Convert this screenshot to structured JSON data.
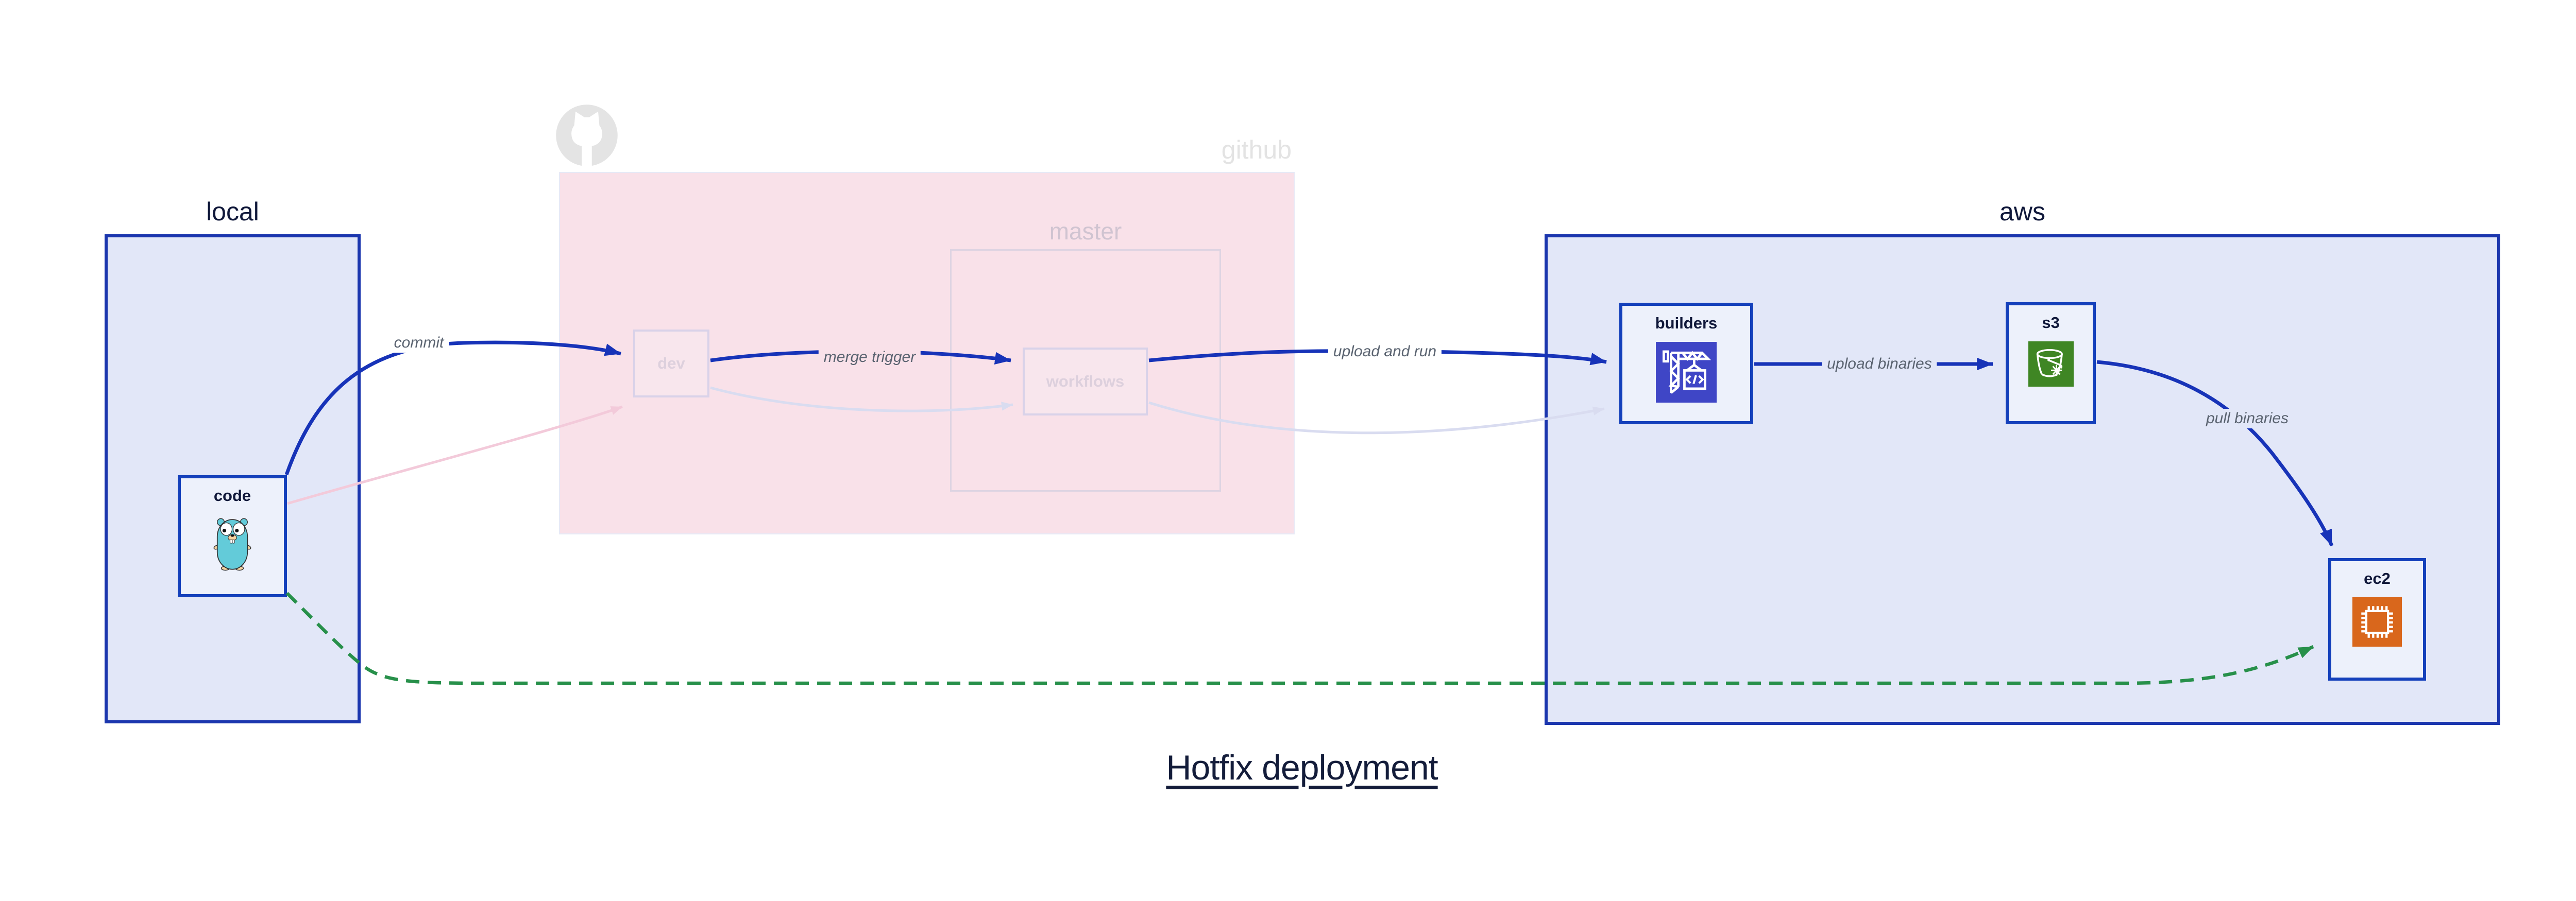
{
  "title": {
    "text": "Hotfix deployment"
  },
  "clusters": {
    "local": {
      "label": "local"
    },
    "github": {
      "label": "github"
    },
    "master": {
      "label": "master"
    },
    "aws": {
      "label": "aws"
    }
  },
  "nodes": {
    "code": {
      "label": "code",
      "icon": "go-gopher-icon"
    },
    "dev": {
      "label": "dev"
    },
    "workflows": {
      "label": "workflows"
    },
    "builders": {
      "label": "builders",
      "icon": "codebuild-crane-icon"
    },
    "s3": {
      "label": "s3",
      "icon": "s3-bucket-icon"
    },
    "ec2": {
      "label": "ec2",
      "icon": "ec2-chip-icon"
    }
  },
  "edges": {
    "commit": {
      "label": "commit"
    },
    "merge_trigger": {
      "label": "merge trigger"
    },
    "upload_and_run": {
      "label": "upload and run"
    },
    "upload_binaries": {
      "label": "upload binaries"
    },
    "pull_binaries": {
      "label": "pull binaries"
    }
  },
  "colors": {
    "edge_blue": "#1733b8",
    "faded_lavender": "#d9dcf0",
    "faded_pink": "#f3cada",
    "hotfix_green": "#27904a",
    "cluster_blue_fill": "#e2e7f8",
    "cluster_blue_border": "#1b36ae",
    "cluster_pink_fill": "#f9e1e9",
    "codebuild_indigo": "#3f46c6",
    "s3_green": "#3f8624",
    "ec2_orange": "#d9671c",
    "gopher_teal": "#63cbd9"
  }
}
